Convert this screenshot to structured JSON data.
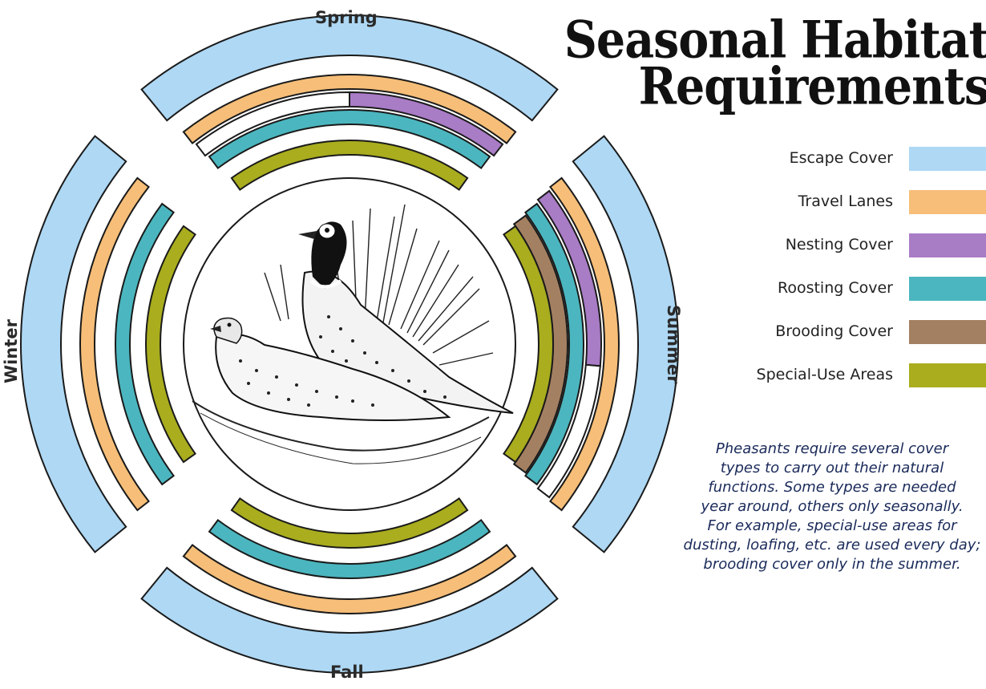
{
  "seasons": {
    "spring": "Spring",
    "summer": "Summer",
    "fall": "Fall",
    "winter": "Winter"
  },
  "title": {
    "line1": "Seasonal Habitat",
    "line2": "Requirements"
  },
  "legend": [
    {
      "label": "Escape Cover",
      "color": "#aed8f4"
    },
    {
      "label": "Travel Lanes",
      "color": "#f6be78"
    },
    {
      "label": "Nesting Cover",
      "color": "#a97cc6"
    },
    {
      "label": "Roosting Cover",
      "color": "#4bb6bf"
    },
    {
      "label": "Brooding Cover",
      "color": "#a48062"
    },
    {
      "label": "Special-Use Areas",
      "color": "#a9ad1e"
    }
  ],
  "caption": [
    "Pheasants require several cover",
    "types to carry out their natural",
    "functions. Some types are needed",
    "year around, others only seasonally.",
    "For example, special-use areas for",
    "dusting, loafing, etc. are used every day;",
    "brooding cover only in the summer."
  ],
  "illustration": {
    "subject": "pheasant-pair-in-grass-icon"
  },
  "colors": {
    "outline": "#1a1a1a",
    "background": "#ffffff"
  }
}
